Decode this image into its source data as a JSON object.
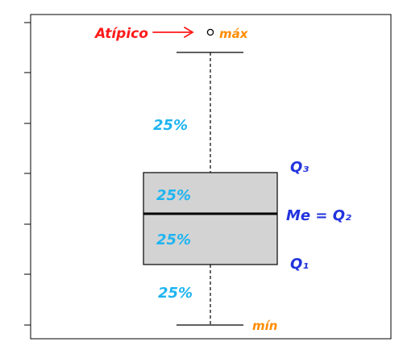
{
  "annotations": {
    "outlier_label": "Atípico",
    "max_label": "máx",
    "min_label": "mín",
    "q3_label": "Q₃",
    "median_label": "Me = Q₂",
    "q1_label": "Q₁",
    "pct_upper_whisker": "25%",
    "pct_upper_box": "25%",
    "pct_lower_box": "25%",
    "pct_lower_whisker": "25%"
  },
  "colors": {
    "outlier_annotation": "#ff1a1a",
    "extreme_labels": "#ff8c00",
    "quartile_labels": "#2233dd",
    "percent_labels": "#1eb4f0",
    "box_fill": "#d3d3d3",
    "lines": "#000000"
  },
  "chart_data": {
    "type": "boxplot",
    "y_axis_tick_labels_shown": false,
    "outlier_marker": "open-circle",
    "quartile_split_percent": [
      25,
      25,
      25,
      25
    ]
  }
}
